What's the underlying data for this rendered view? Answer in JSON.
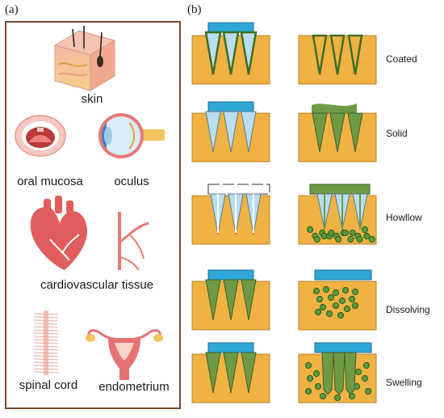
{
  "panel_a": {
    "tag": "(a)",
    "tissues": {
      "skin": "skin",
      "oral_mucosa": "oral mucosa",
      "oculus": "oculus",
      "cardiovascular": "cardiovascular tissue",
      "spinal_cord": "spinal cord",
      "endometrium": "endometrium"
    }
  },
  "panel_b": {
    "tag": "(b)",
    "types": [
      "Coated",
      "Solid",
      "Howllow",
      "Dissolving",
      "Swelling"
    ]
  },
  "colors": {
    "tissue": "#f0b243",
    "tissue_stroke": "#b88428",
    "base_plate": "#2ea7d6",
    "needle_light": "#b9def0",
    "needle_green": "#6f9a45",
    "coat_green": "#3f6e24",
    "frame_brown": "#7a4a2e"
  }
}
